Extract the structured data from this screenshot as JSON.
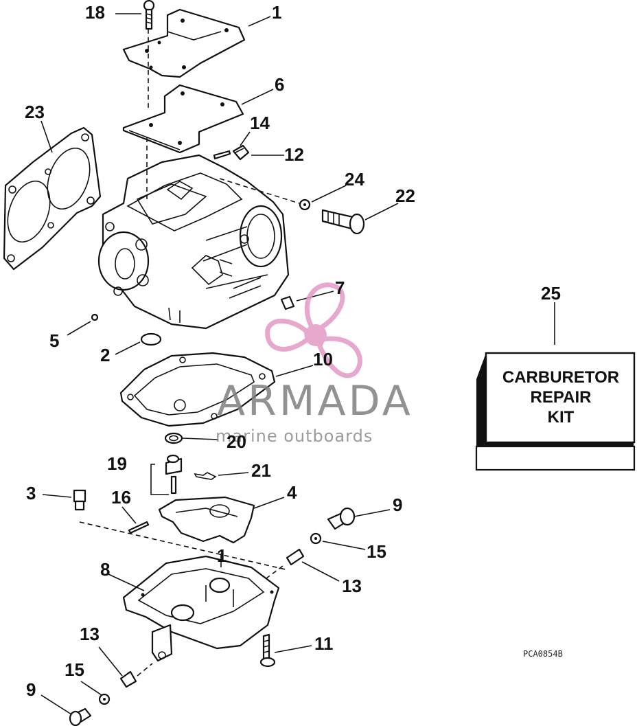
{
  "callouts": [
    {
      "id": "c18",
      "text": "18"
    },
    {
      "id": "c1a",
      "text": "1"
    },
    {
      "id": "c6",
      "text": "6"
    },
    {
      "id": "c23",
      "text": "23"
    },
    {
      "id": "c14",
      "text": "14"
    },
    {
      "id": "c12",
      "text": "12"
    },
    {
      "id": "c24",
      "text": "24"
    },
    {
      "id": "c22",
      "text": "22"
    },
    {
      "id": "c7",
      "text": "7"
    },
    {
      "id": "c25",
      "text": "25"
    },
    {
      "id": "c5",
      "text": "5"
    },
    {
      "id": "c2",
      "text": "2"
    },
    {
      "id": "c10",
      "text": "10"
    },
    {
      "id": "c20",
      "text": "20"
    },
    {
      "id": "c19",
      "text": "19"
    },
    {
      "id": "c21",
      "text": "21"
    },
    {
      "id": "c3",
      "text": "3"
    },
    {
      "id": "c16",
      "text": "16"
    },
    {
      "id": "c4",
      "text": "4"
    },
    {
      "id": "c9a",
      "text": "9"
    },
    {
      "id": "c15a",
      "text": "15"
    },
    {
      "id": "c1b",
      "text": "1"
    },
    {
      "id": "c8",
      "text": "8"
    },
    {
      "id": "c13a",
      "text": "13"
    },
    {
      "id": "c13b",
      "text": "13"
    },
    {
      "id": "c11",
      "text": "11"
    },
    {
      "id": "c15b",
      "text": "15"
    },
    {
      "id": "c9b",
      "text": "9"
    }
  ],
  "kit": {
    "line1": "CARBURETOR",
    "line2": "REPAIR",
    "line3": "KIT"
  },
  "drawing_code": "PCA0854B",
  "watermark": {
    "brand": "ARMADA",
    "tagline": "marine outboards",
    "accent_color": "#e39ac6"
  },
  "icons": {
    "watermark_logo": "propeller-icon"
  }
}
